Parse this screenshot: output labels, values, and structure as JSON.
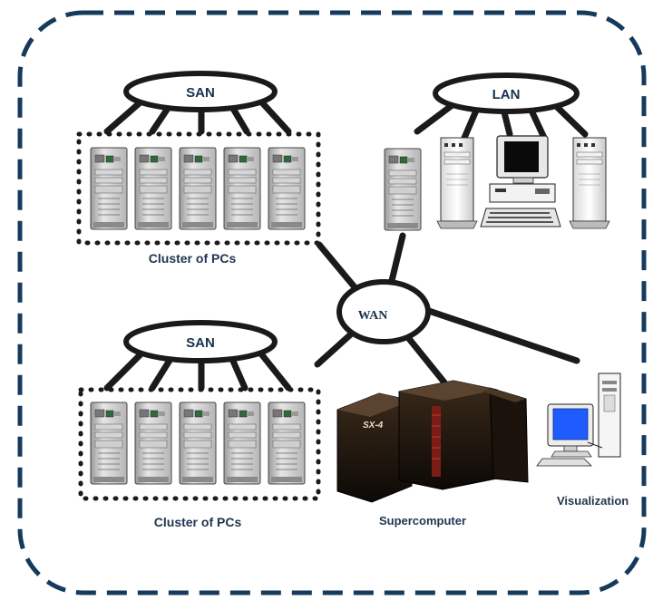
{
  "diagram": {
    "networks": {
      "san_top": "SAN",
      "lan": "LAN",
      "wan": "WAN",
      "san_bottom": "SAN"
    },
    "labels": {
      "cluster_top": "Cluster of PCs",
      "cluster_bottom": "Cluster of PCs",
      "supercomputer": "Supercomputer",
      "supercomputer_badge": "SX-4",
      "visualization": "Visualization"
    },
    "colors": {
      "border": "#163a5c",
      "link": "#1a1a1a",
      "label": "#1f3550",
      "pc_case": "#c8c8c8",
      "monitor_screen": "#1e5cff"
    }
  }
}
